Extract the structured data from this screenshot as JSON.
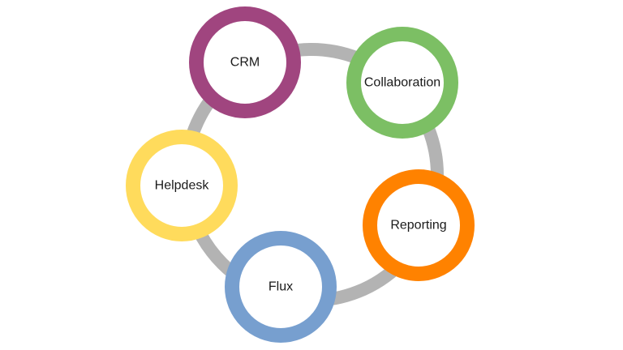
{
  "diagram": {
    "ring_color": "#b3b3b3",
    "nodes": [
      {
        "id": "crm",
        "label": "CRM",
        "color": "#a0457f"
      },
      {
        "id": "collaboration",
        "label": "Collaboration",
        "color": "#7cbf64"
      },
      {
        "id": "reporting",
        "label": "Reporting",
        "color": "#ff8200"
      },
      {
        "id": "flux",
        "label": "Flux",
        "color": "#779fcf"
      },
      {
        "id": "helpdesk",
        "label": "Helpdesk",
        "color": "#ffdb5c"
      }
    ]
  }
}
